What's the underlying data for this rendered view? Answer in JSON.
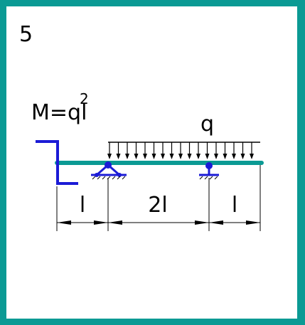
{
  "problem": {
    "number": "5"
  },
  "moment": {
    "label": "M=ql",
    "exponent": "2"
  },
  "load": {
    "label": "q"
  },
  "spans": [
    {
      "label": "l"
    },
    {
      "label": "2l"
    },
    {
      "label": "l"
    }
  ],
  "colors": {
    "frame": "#0b9a94",
    "beam": "#0b9a94",
    "supports": "#1b1bd6",
    "moment_arrow": "#1b1bd6",
    "ink": "#000000"
  }
}
